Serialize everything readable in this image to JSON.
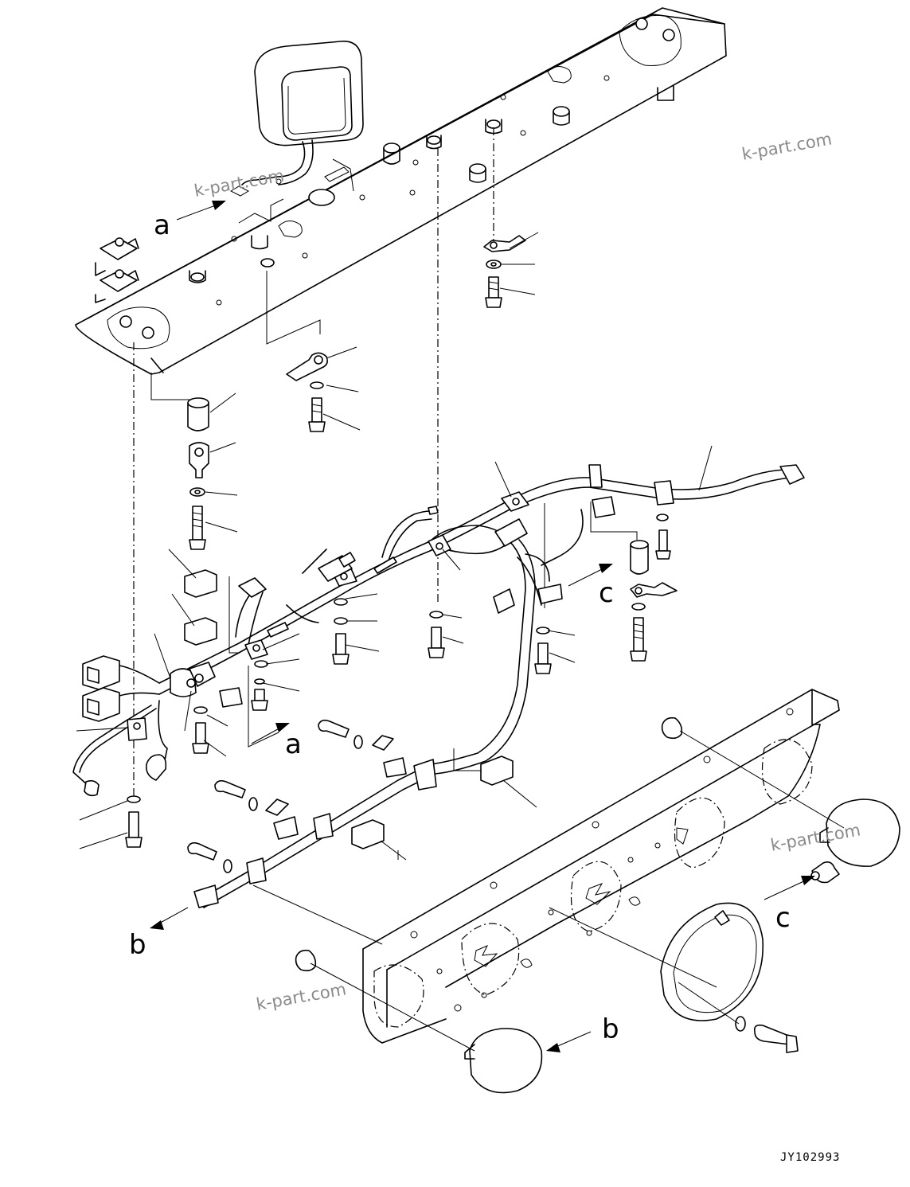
{
  "diagram": {
    "type": "exploded-parts-view",
    "drawing_id": "JY102993",
    "watermark_text": "k-part.com",
    "view_markers": {
      "a": "a",
      "b": "b",
      "c": "c"
    },
    "line_color": "#000000",
    "background_color": "#ffffff",
    "watermark_color": "#8a8a8a"
  }
}
